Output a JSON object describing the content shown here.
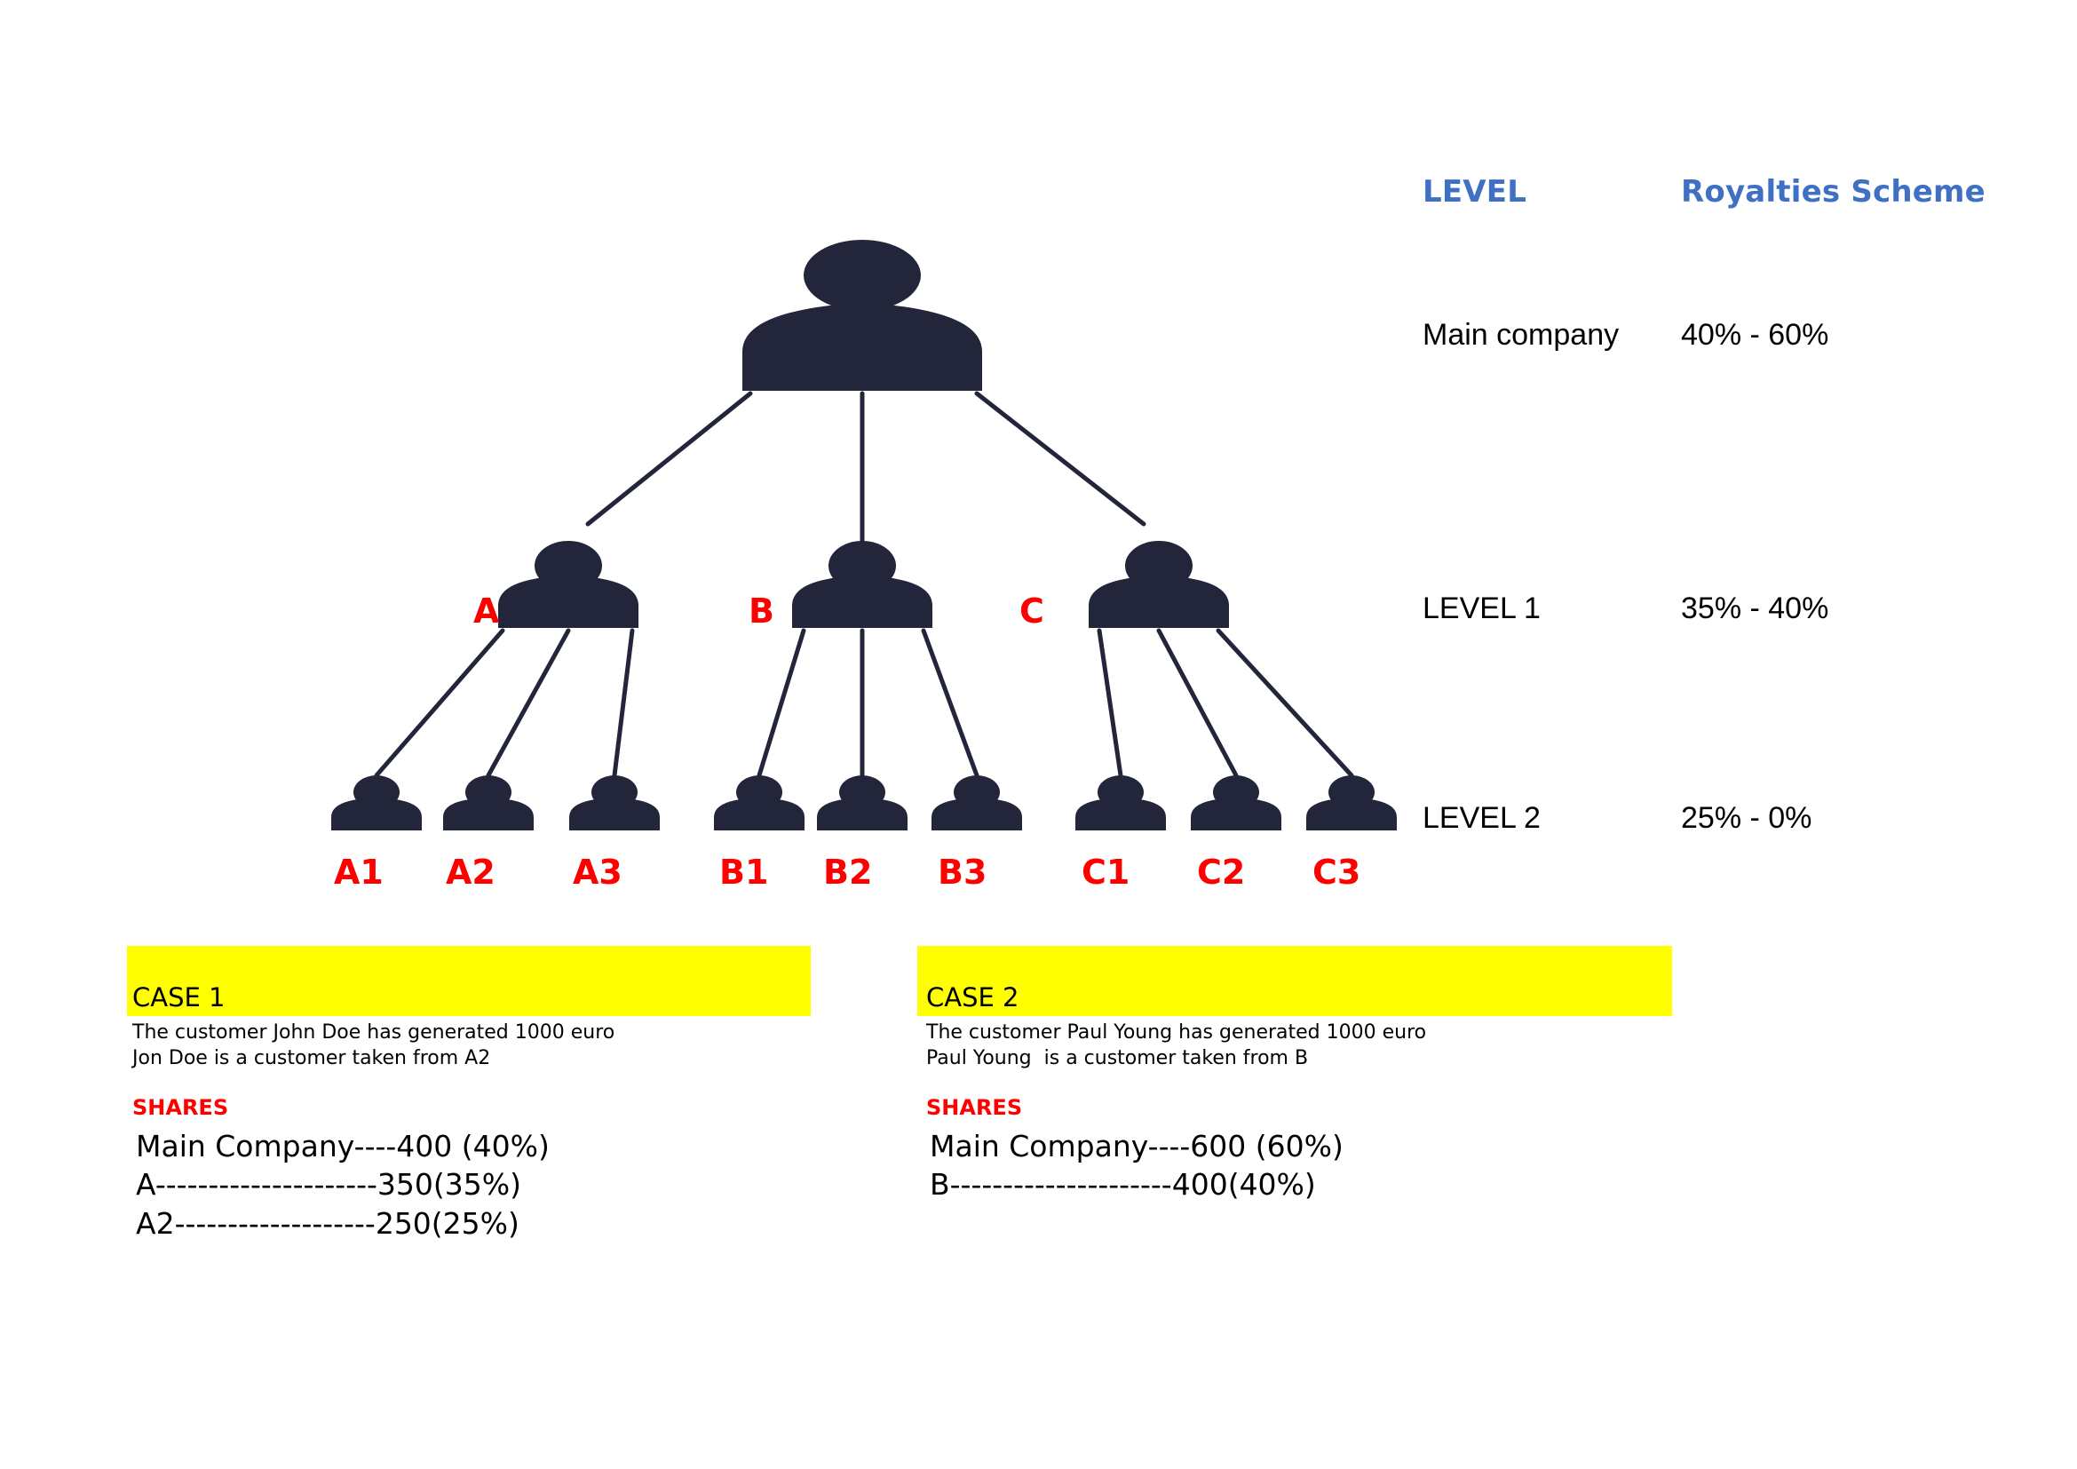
{
  "legend": {
    "head_level": "LEVEL",
    "head_scheme": "Royalties Scheme",
    "rows": [
      {
        "level": "Main company",
        "scheme": "40% -  60%"
      },
      {
        "level": "LEVEL 1",
        "scheme": "35% -  40%"
      },
      {
        "level": "LEVEL 2",
        "scheme": "25%  -  0%"
      }
    ]
  },
  "tree": {
    "root": {
      "label": "",
      "icon": "person-icon"
    },
    "level1": [
      {
        "label": "A",
        "icon": "person-icon"
      },
      {
        "label": "B",
        "icon": "person-icon"
      },
      {
        "label": "C",
        "icon": "person-icon"
      }
    ],
    "level2": [
      {
        "label": "A1",
        "icon": "person-icon"
      },
      {
        "label": "A2",
        "icon": "person-icon"
      },
      {
        "label": "A3",
        "icon": "person-icon"
      },
      {
        "label": "B1",
        "icon": "person-icon"
      },
      {
        "label": "B2",
        "icon": "person-icon"
      },
      {
        "label": "B3",
        "icon": "person-icon"
      },
      {
        "label": "C1",
        "icon": "person-icon"
      },
      {
        "label": "C2",
        "icon": "person-icon"
      },
      {
        "label": "C3",
        "icon": "person-icon"
      }
    ]
  },
  "cases": [
    {
      "title": "CASE 1",
      "description": "The customer John Doe has generated 1000 euro\nJon Doe is a customer taken from A2",
      "shares_title": "SHARES",
      "shares": "Main Company----400 (40%)\nA---------------------350(35%)\nA2-------------------250(25%)"
    },
    {
      "title": "CASE 2",
      "description": "The customer Paul Young has generated 1000 euro\nPaul Young  is a customer taken from B",
      "shares_title": "SHARES",
      "shares": "Main Company----600 (60%)\nB---------------------400(40%)"
    }
  ],
  "colors": {
    "figure": "#23263B",
    "label_red": "#FF0000",
    "heading_blue": "#3F70C4",
    "highlight_yellow": "#FFFF00",
    "background": "#FFFFFF"
  }
}
